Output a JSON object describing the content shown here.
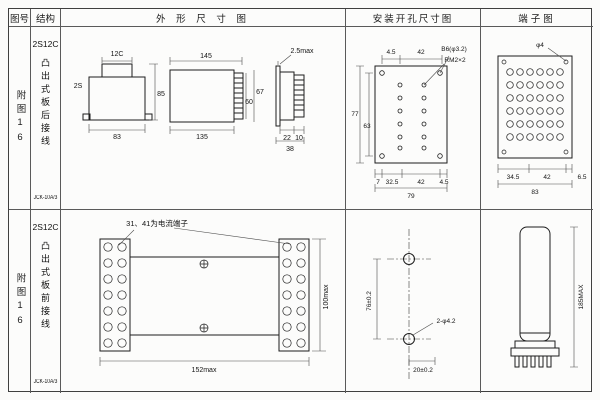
{
  "header": {
    "fig_col": "图号",
    "struct_col": "结构",
    "outline_col": "外 形 尺 寸 图",
    "mounting_col": "安装开孔尺寸图",
    "terminal_col": "端子图"
  },
  "rows": [
    {
      "fig_no": "附图16",
      "model": "2S12C",
      "structure_desc": "凸出式板后接线",
      "type_code": "JCK-10A/3",
      "outline": {
        "d_12c": "12C",
        "d_2s": "2S",
        "d_83": "83",
        "d_85": "85",
        "d_145": "145",
        "d_135": "135",
        "d_67": "67",
        "d_60": "60",
        "d_25max": "2.5max",
        "d_22": "22",
        "d_10": "10",
        "d_38": "38"
      },
      "mounting": {
        "d_45_left": "4.5",
        "d_42_top": "42",
        "hole_label": "B6(φ3.2)",
        "thread_label": "RM2×2",
        "d_77": "77",
        "d_63": "63",
        "d_7": "7",
        "d_32_5": "32.5",
        "d_42_bottom": "42",
        "d_45_right": "4.5",
        "d_79": "79"
      },
      "terminal": {
        "d_phi4": "φ4",
        "d_34_5": "34.5",
        "d_42": "42",
        "d_6_5": "6.5",
        "d_83": "83"
      }
    },
    {
      "fig_no": "附图16",
      "model": "2S12C",
      "structure_desc": "凸出式板前接线",
      "type_code": "JCK-10A/3",
      "outline": {
        "note": "31、41为电流端子",
        "d_100max": "100max",
        "d_152max": "152max"
      },
      "mounting": {
        "d_76": "76±0.2",
        "d_2phi42": "2-φ4.2",
        "d_20": "20±0.2"
      },
      "terminal": {
        "d_185max": "185MAX"
      }
    }
  ]
}
